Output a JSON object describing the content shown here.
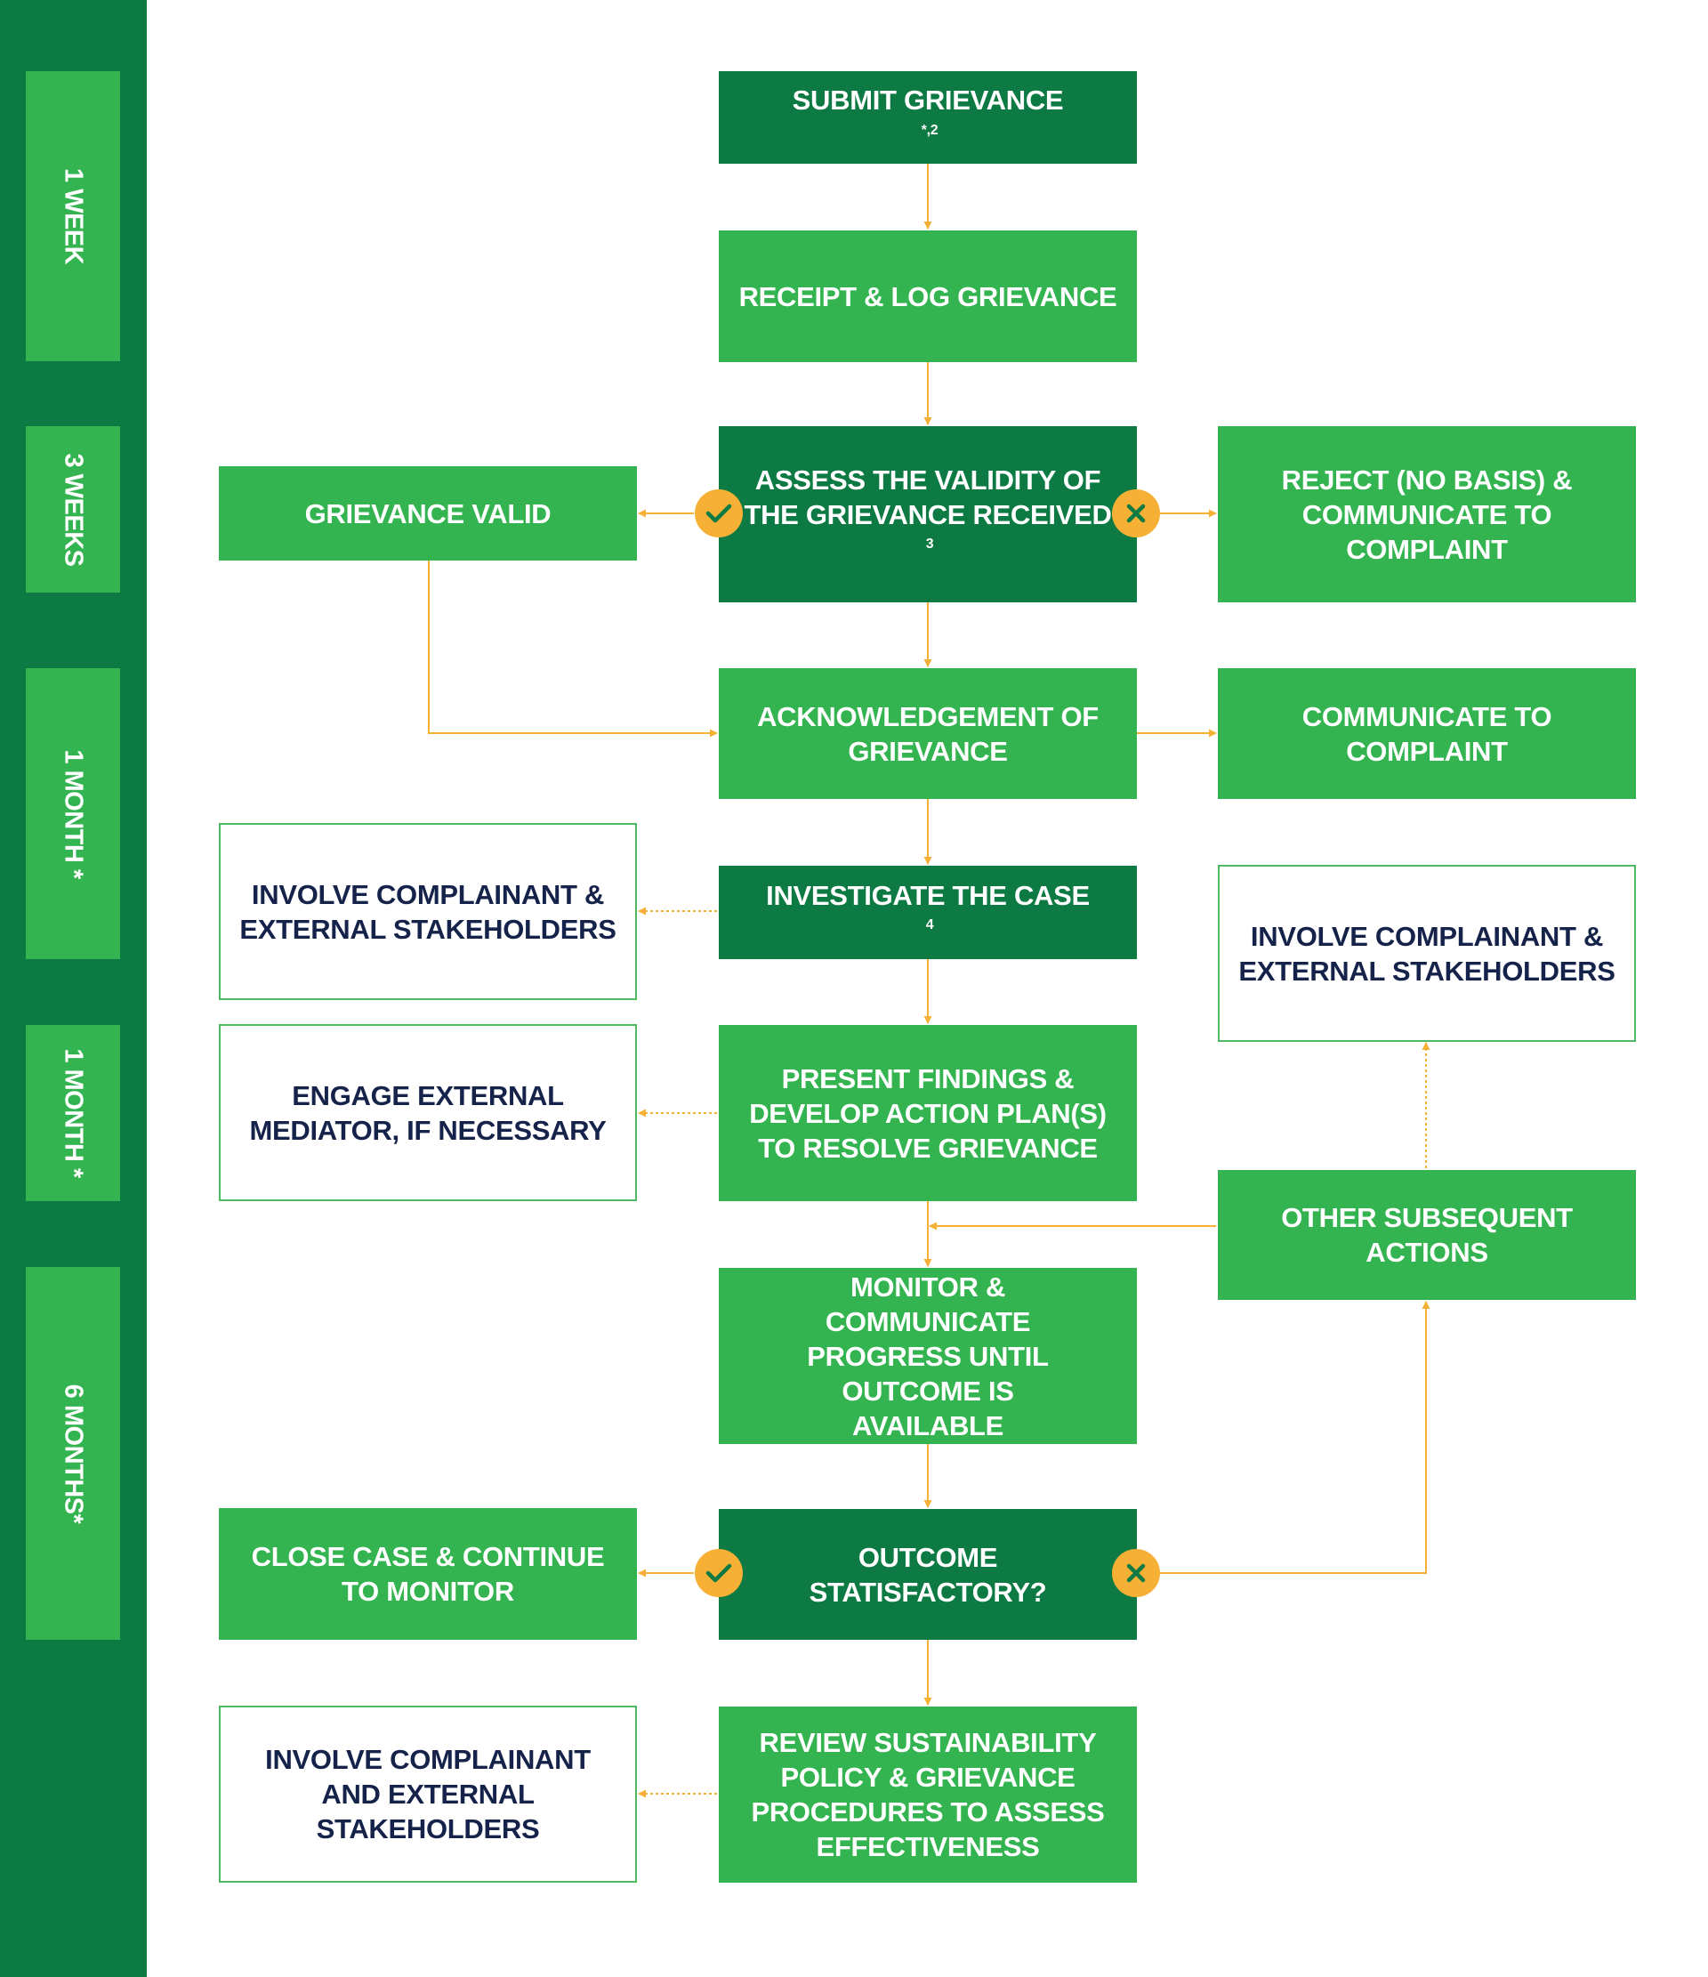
{
  "timeline": [
    {
      "id": "week1",
      "label": "1 WEEK"
    },
    {
      "id": "weeks3",
      "label": "3 WEEKS"
    },
    {
      "id": "month1a",
      "label": "1 MONTH *"
    },
    {
      "id": "month1b",
      "label": "1 MONTH *"
    },
    {
      "id": "months6",
      "label": "6 MONTHS*"
    }
  ],
  "nodes": {
    "submit": {
      "text": "SUBMIT GRIEVANCE",
      "note": "*,2"
    },
    "receipt": {
      "text": "RECEIPT & LOG GRIEVANCE"
    },
    "assess": {
      "text": "ASSESS THE VALIDITY OF THE GRIEVANCE RECEIVED",
      "note": "3"
    },
    "valid": {
      "text": "GRIEVANCE VALID"
    },
    "reject": {
      "text": "REJECT (NO BASIS) & COMMUNICATE TO COMPLAINT"
    },
    "acknowledge": {
      "text": "ACKNOWLEDGEMENT OF GRIEVANCE"
    },
    "communicate": {
      "text": "COMMUNICATE TO COMPLAINT"
    },
    "investigate": {
      "text": "INVESTIGATE THE CASE",
      "note": "4"
    },
    "involve_left_1": {
      "text": "INVOLVE COMPLAINANT & EXTERNAL STAKEHOLDERS"
    },
    "involve_right": {
      "text": "INVOLVE COMPLAINANT & EXTERNAL STAKEHOLDERS"
    },
    "present": {
      "text": "PRESENT FINDINGS & DEVELOP ACTION PLAN(S) TO RESOLVE GRIEVANCE"
    },
    "mediator": {
      "text": "ENGAGE EXTERNAL MEDIATOR, IF NECESSARY"
    },
    "other_actions": {
      "text": "OTHER SUBSEQUENT ACTIONS"
    },
    "monitor": {
      "text": "MONITOR & COMMUNICATE PROGRESS UNTIL OUTCOME IS AVAILABLE"
    },
    "outcome": {
      "text": "OUTCOME STATISFACTORY?"
    },
    "close_case": {
      "text": "CLOSE CASE & CONTINUE TO MONITOR"
    },
    "review": {
      "text": "REVIEW SUSTAINABILITY POLICY & GRIEVANCE PROCEDURES TO ASSESS EFFECTIVENESS"
    },
    "involve_left_2": {
      "text": "INVOLVE COMPLAINANT AND EXTERNAL STAKEHOLDERS"
    }
  },
  "colors": {
    "dark_green": "#0c7a42",
    "light_green": "#34b450",
    "connector": "#f6b035",
    "outline_text": "#15224a"
  },
  "icons": {
    "yes": "check-icon",
    "no": "x-icon"
  }
}
